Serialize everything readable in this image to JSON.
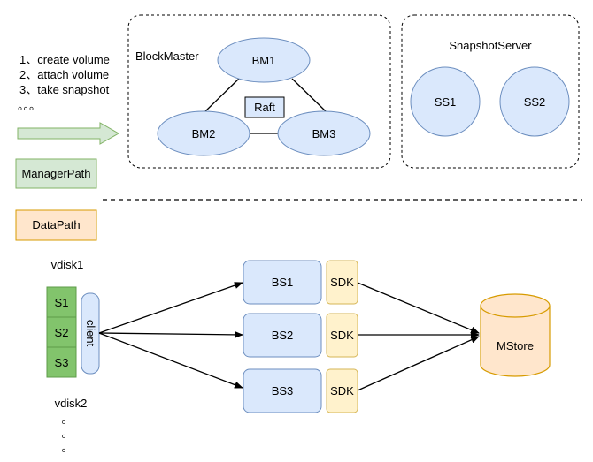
{
  "steps": [
    "1、create volume",
    "2、attach volume",
    "3、take snapshot",
    "。。。"
  ],
  "legend": {
    "manager": "ManagerPath",
    "data": "DataPath"
  },
  "block_master": {
    "title": "BlockMaster",
    "nodes": [
      "BM1",
      "BM2",
      "BM3"
    ],
    "raft": "Raft"
  },
  "snapshot_server": {
    "title": "SnapshotServer",
    "nodes": [
      "SS1",
      "SS2"
    ]
  },
  "vdisk1": {
    "label": "vdisk1",
    "segments": [
      "S1",
      "S2",
      "S3"
    ],
    "client": "client"
  },
  "vdisk2": {
    "label": "vdisk2",
    "ellipsis": [
      "。",
      "。",
      "。"
    ]
  },
  "block_servers": [
    "BS1",
    "BS2",
    "BS3"
  ],
  "sdk": "SDK",
  "storage": "MStore",
  "colors": {
    "node_fill": "#dae8fc",
    "node_stroke": "#6c8ebf",
    "green_fill": "#d5e8d4",
    "green_stroke": "#82b366",
    "seg_fill": "#82c46c",
    "seg_stroke": "#5d9b48",
    "orange_fill": "#ffe6cc",
    "orange_stroke": "#d79b00",
    "sdk_fill": "#fff2cc",
    "sdk_stroke": "#d6b656"
  }
}
